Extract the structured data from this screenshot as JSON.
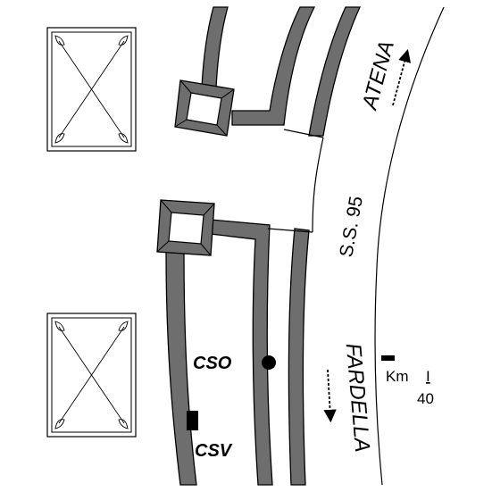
{
  "labels": {
    "road_name": "S.S. 95",
    "direction_north": "ATENA",
    "direction_south": "FARDELLA",
    "marker_cso": "CSO",
    "marker_csv": "CSV",
    "km_text": "Km",
    "km_value": "I",
    "km_number": "40"
  },
  "colors": {
    "wall_fill": "#6e6e6e",
    "outline": "#000000",
    "background": "#ffffff"
  },
  "icons": {
    "north_arrow": "dashed-arrow-up-right",
    "south_arrow": "dashed-arrow-down",
    "cso_marker": "filled-circle",
    "csv_marker": "filled-rectangle"
  }
}
